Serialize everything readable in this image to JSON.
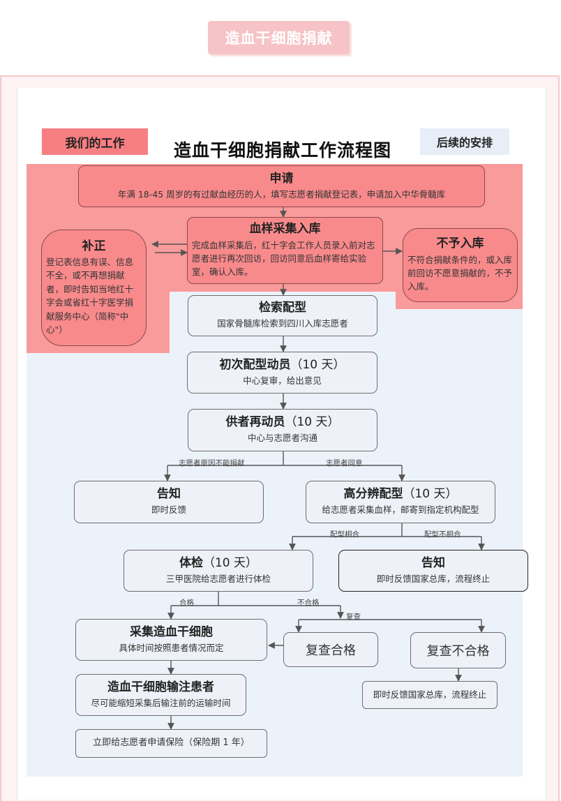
{
  "header": {
    "badge": "造血干细胞捐献"
  },
  "diagram": {
    "title": "造血干细胞捐献工作流程图",
    "tab_work": "我们的工作",
    "tab_follow": "后续的安排",
    "nodes": {
      "apply": {
        "title": "申请",
        "desc": "年满 18-45 周岁的有过献血经历的人，填写志愿者捐献登记表，申请加入中华骨髓库"
      },
      "correction": {
        "title": "补正",
        "desc": "登记表信息有误、信息不全，或不再想捐献者，即时告知当地红十字会或省红十字医学捐献服务中心（简称\"中心\"）"
      },
      "sample": {
        "title": "血样采集入库",
        "desc": "完成血样采集后，红十字会工作人员录入前对志愿者进行再次回访，回访同意后血样寄给实验室，确认入库。"
      },
      "reject": {
        "title": "不予入库",
        "desc": "不符合捐献条件的，或入库前回访不愿意捐献的，不予入库。"
      },
      "search": {
        "title": "检索配型",
        "desc": "国家骨髓库检索到四川入库志愿者"
      },
      "initial": {
        "title": "初次配型动员",
        "days": "（10 天）",
        "desc": "中心复审，给出意见"
      },
      "remobilize": {
        "title": "供者再动员",
        "days": "（10 天）",
        "desc": "中心与志愿者沟通"
      },
      "notify1": {
        "title": "告知",
        "desc": "即时反馈"
      },
      "hires": {
        "title": "高分辨配型",
        "days": "（10 天）",
        "desc": "给志愿者采集血样，邮寄到指定机构配型"
      },
      "exam": {
        "title": "体检",
        "days": "（10 天）",
        "desc": "三甲医院给志愿者进行体检"
      },
      "notify2": {
        "title": "告知",
        "desc": "即时反馈国家总库，流程终止"
      },
      "collect": {
        "title": "采集造血干细胞",
        "desc": "具体时间按照患者情况而定"
      },
      "recheck_ok": {
        "title": "复查合格"
      },
      "recheck_fail": {
        "title": "复查不合格"
      },
      "fail_feedback": {
        "desc": "即时反馈国家总库，流程终止"
      },
      "infuse": {
        "title": "造血干细胞输注患者",
        "desc": "尽可能缩短采集后输注前的运输时间"
      },
      "insurance": {
        "desc": "立即给志愿者申请保险（保险期 1 年）"
      }
    },
    "edge_labels": {
      "cannot_donate": "志愿者原因不能捐献",
      "agree": "志愿者同意",
      "match": "配型相合",
      "no_match": "配型不相合",
      "pass": "合格",
      "fail": "不合格",
      "recheck": "复查"
    }
  }
}
